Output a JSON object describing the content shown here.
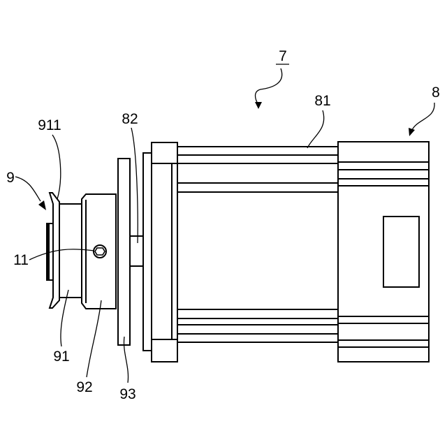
{
  "figure": {
    "labels": {
      "ref_7": "7",
      "ref_8": "8",
      "ref_81": "81",
      "ref_82": "82",
      "ref_9": "9",
      "ref_911": "911",
      "ref_11": "11",
      "ref_91": "91",
      "ref_92": "92",
      "ref_93": "93"
    }
  }
}
